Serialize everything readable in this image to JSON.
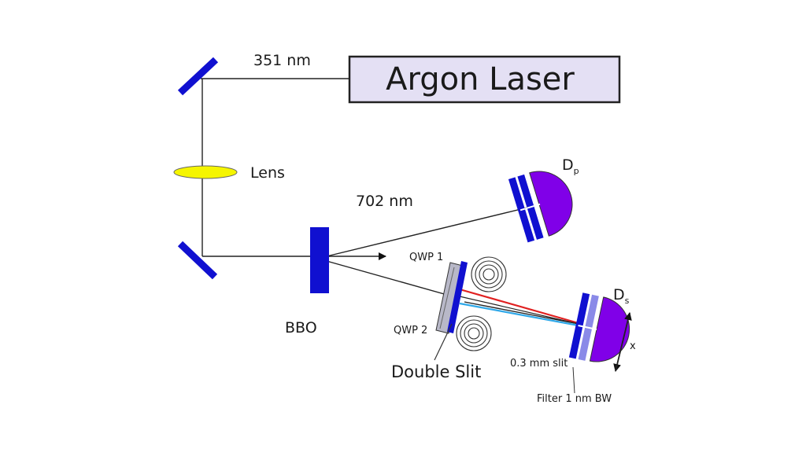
{
  "diagram": {
    "laser_label": "Argon Laser",
    "pump_wavelength": "351 nm",
    "lens_label": "Lens",
    "output_wavelength": "702 nm",
    "crystal_label": "BBO",
    "detector_p": {
      "main": "D",
      "sub": "p"
    },
    "detector_s": {
      "main": "D",
      "sub": "s"
    },
    "qwp1_label": "QWP 1",
    "qwp2_label": "QWP 2",
    "double_slit_label": "Double Slit",
    "slit_label": "0.3 mm slit",
    "filter_label": "Filter 1 nm BW",
    "x_label": "x"
  },
  "colors": {
    "mirror": "#1010d0",
    "lens": "#f5f500",
    "laser_fill": "#e4e0f4",
    "detector": "#8000e8",
    "red_path": "#e02020",
    "blue_path": "#30a8e8"
  }
}
